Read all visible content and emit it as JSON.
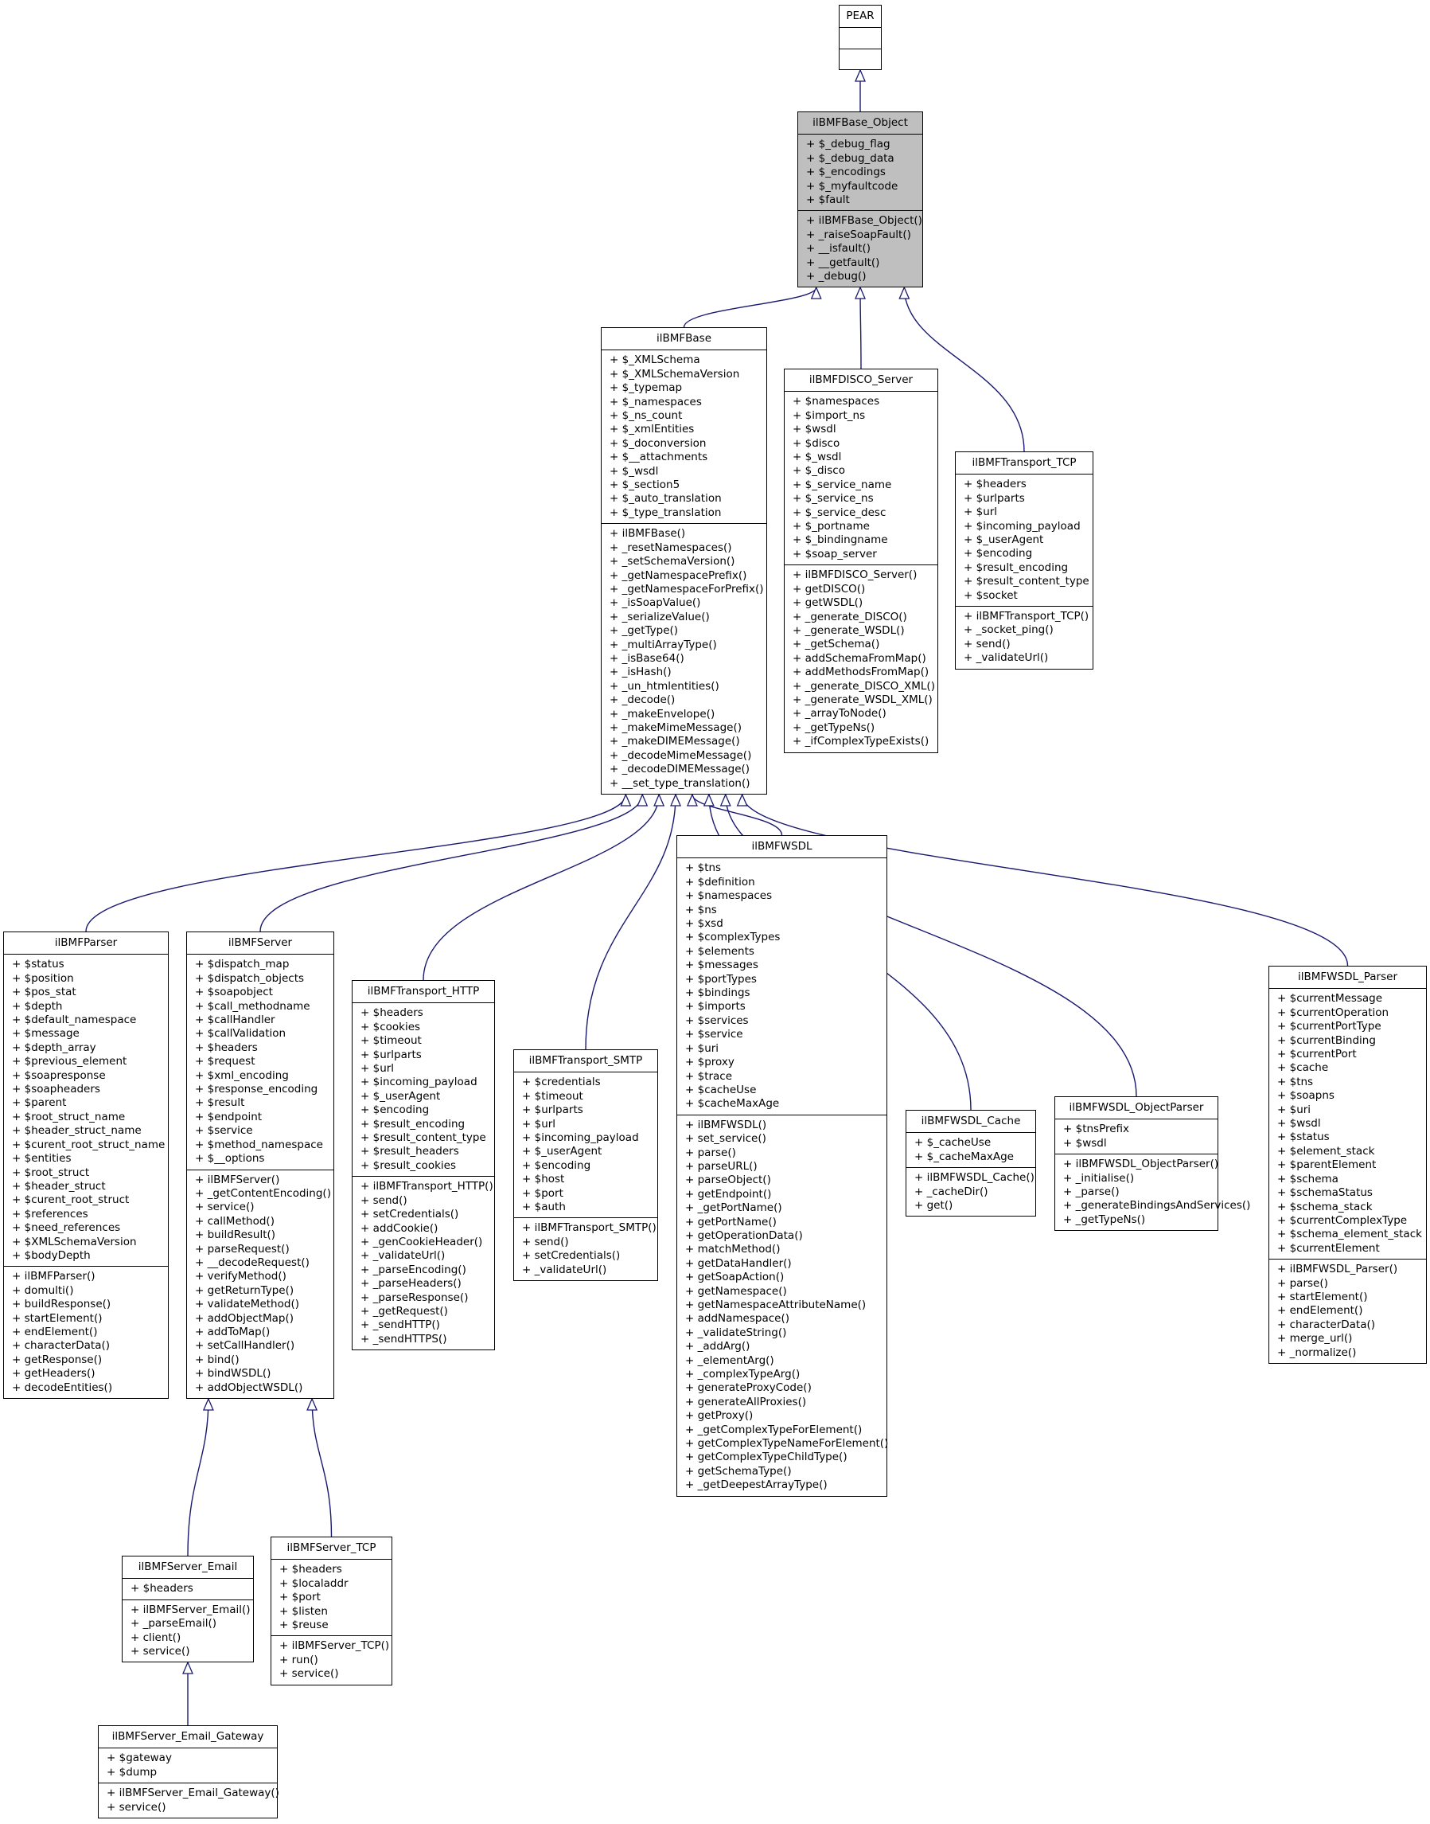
{
  "classes": {
    "pear": {
      "name": "PEAR",
      "attrs": [],
      "methods": []
    },
    "base_object": {
      "name": "ilBMFBase_Object",
      "attrs": [
        "+ $_debug_flag",
        "+ $_debug_data",
        "+ $_encodings",
        "+ $_myfaultcode",
        "+ $fault"
      ],
      "methods": [
        "+ ilBMFBase_Object()",
        "+ _raiseSoapFault()",
        "+ __isfault()",
        "+ __getfault()",
        "+ _debug()"
      ]
    },
    "base": {
      "name": "ilBMFBase",
      "attrs": [
        "+ $_XMLSchema",
        "+ $_XMLSchemaVersion",
        "+ $_typemap",
        "+ $_namespaces",
        "+ $_ns_count",
        "+ $_xmlEntities",
        "+ $_doconversion",
        "+ $__attachments",
        "+ $_wsdl",
        "+ $_section5",
        "+ $_auto_translation",
        "+ $_type_translation"
      ],
      "methods": [
        "+ ilBMFBase()",
        "+ _resetNamespaces()",
        "+ _setSchemaVersion()",
        "+ _getNamespacePrefix()",
        "+ _getNamespaceForPrefix()",
        "+ _isSoapValue()",
        "+ _serializeValue()",
        "+ _getType()",
        "+ _multiArrayType()",
        "+ _isBase64()",
        "+ _isHash()",
        "+ _un_htmlentities()",
        "+ _decode()",
        "+ _makeEnvelope()",
        "+ _makeMimeMessage()",
        "+ _makeDIMEMessage()",
        "+ _decodeMimeMessage()",
        "+ _decodeDIMEMessage()",
        "+ __set_type_translation()"
      ]
    },
    "disco_server": {
      "name": "ilBMFDISCO_Server",
      "attrs": [
        "+ $namespaces",
        "+ $import_ns",
        "+ $wsdl",
        "+ $disco",
        "+ $_wsdl",
        "+ $_disco",
        "+ $_service_name",
        "+ $_service_ns",
        "+ $_service_desc",
        "+ $_portname",
        "+ $_bindingname",
        "+ $soap_server"
      ],
      "methods": [
        "+ ilBMFDISCO_Server()",
        "+ getDISCO()",
        "+ getWSDL()",
        "+ _generate_DISCO()",
        "+ _generate_WSDL()",
        "+ _getSchema()",
        "+ addSchemaFromMap()",
        "+ addMethodsFromMap()",
        "+ _generate_DISCO_XML()",
        "+ _generate_WSDL_XML()",
        "+ _arrayToNode()",
        "+ _getTypeNs()",
        "+ _ifComplexTypeExists()"
      ]
    },
    "transport_tcp": {
      "name": "ilBMFTransport_TCP",
      "attrs": [
        "+ $headers",
        "+ $urlparts",
        "+ $url",
        "+ $incoming_payload",
        "+ $_userAgent",
        "+ $encoding",
        "+ $result_encoding",
        "+ $result_content_type",
        "+ $socket"
      ],
      "methods": [
        "+ ilBMFTransport_TCP()",
        "+ _socket_ping()",
        "+ send()",
        "+ _validateUrl()"
      ]
    },
    "parser": {
      "name": "ilBMFParser",
      "attrs": [
        "+ $status",
        "+ $position",
        "+ $pos_stat",
        "+ $depth",
        "+ $default_namespace",
        "+ $message",
        "+ $depth_array",
        "+ $previous_element",
        "+ $soapresponse",
        "+ $soapheaders",
        "+ $parent",
        "+ $root_struct_name",
        "+ $header_struct_name",
        "+ $curent_root_struct_name",
        "+ $entities",
        "+ $root_struct",
        "+ $header_struct",
        "+ $curent_root_struct",
        "+ $references",
        "+ $need_references",
        "+ $XMLSchemaVersion",
        "+ $bodyDepth"
      ],
      "methods": [
        "+ ilBMFParser()",
        "+ domulti()",
        "+ buildResponse()",
        "+ startElement()",
        "+ endElement()",
        "+ characterData()",
        "+ getResponse()",
        "+ getHeaders()",
        "+ decodeEntities()"
      ]
    },
    "server": {
      "name": "ilBMFServer",
      "attrs": [
        "+ $dispatch_map",
        "+ $dispatch_objects",
        "+ $soapobject",
        "+ $call_methodname",
        "+ $callHandler",
        "+ $callValidation",
        "+ $headers",
        "+ $request",
        "+ $xml_encoding",
        "+ $response_encoding",
        "+ $result",
        "+ $endpoint",
        "+ $service",
        "+ $method_namespace",
        "+ $__options"
      ],
      "methods": [
        "+ ilBMFServer()",
        "+ _getContentEncoding()",
        "+ service()",
        "+ callMethod()",
        "+ buildResult()",
        "+ parseRequest()",
        "+ __decodeRequest()",
        "+ verifyMethod()",
        "+ getReturnType()",
        "+ validateMethod()",
        "+ addObjectMap()",
        "+ addToMap()",
        "+ setCallHandler()",
        "+ bind()",
        "+ bindWSDL()",
        "+ addObjectWSDL()"
      ]
    },
    "transport_http": {
      "name": "ilBMFTransport_HTTP",
      "attrs": [
        "+ $headers",
        "+ $cookies",
        "+ $timeout",
        "+ $urlparts",
        "+ $url",
        "+ $incoming_payload",
        "+ $_userAgent",
        "+ $encoding",
        "+ $result_encoding",
        "+ $result_content_type",
        "+ $result_headers",
        "+ $result_cookies"
      ],
      "methods": [
        "+ ilBMFTransport_HTTP()",
        "+ send()",
        "+ setCredentials()",
        "+ addCookie()",
        "+ _genCookieHeader()",
        "+ _validateUrl()",
        "+ _parseEncoding()",
        "+ _parseHeaders()",
        "+ _parseResponse()",
        "+ _getRequest()",
        "+ _sendHTTP()",
        "+ _sendHTTPS()"
      ]
    },
    "transport_smtp": {
      "name": "ilBMFTransport_SMTP",
      "attrs": [
        "+ $credentials",
        "+ $timeout",
        "+ $urlparts",
        "+ $url",
        "+ $incoming_payload",
        "+ $_userAgent",
        "+ $encoding",
        "+ $host",
        "+ $port",
        "+ $auth"
      ],
      "methods": [
        "+ ilBMFTransport_SMTP()",
        "+ send()",
        "+ setCredentials()",
        "+ _validateUrl()"
      ]
    },
    "wsdl": {
      "name": "ilBMFWSDL",
      "attrs": [
        "+ $tns",
        "+ $definition",
        "+ $namespaces",
        "+ $ns",
        "+ $xsd",
        "+ $complexTypes",
        "+ $elements",
        "+ $messages",
        "+ $portTypes",
        "+ $bindings",
        "+ $imports",
        "+ $services",
        "+ $service",
        "+ $uri",
        "+ $proxy",
        "+ $trace",
        "+ $cacheUse",
        "+ $cacheMaxAge"
      ],
      "methods": [
        "+ ilBMFWSDL()",
        "+ set_service()",
        "+ parse()",
        "+ parseURL()",
        "+ parseObject()",
        "+ getEndpoint()",
        "+ _getPortName()",
        "+ getPortName()",
        "+ getOperationData()",
        "+ matchMethod()",
        "+ getDataHandler()",
        "+ getSoapAction()",
        "+ getNamespace()",
        "+ getNamespaceAttributeName()",
        "+ addNamespace()",
        "+ _validateString()",
        "+ _addArg()",
        "+ _elementArg()",
        "+ _complexTypeArg()",
        "+ generateProxyCode()",
        "+ generateAllProxies()",
        "+ getProxy()",
        "+ _getComplexTypeForElement()",
        "+ getComplexTypeNameForElement()",
        "+ getComplexTypeChildType()",
        "+ getSchemaType()",
        "+ _getDeepestArrayType()"
      ]
    },
    "wsdl_cache": {
      "name": "ilBMFWSDL_Cache",
      "attrs": [
        "+ $_cacheUse",
        "+ $_cacheMaxAge"
      ],
      "methods": [
        "+ ilBMFWSDL_Cache()",
        "+ _cacheDir()",
        "+ get()"
      ]
    },
    "wsdl_objectparser": {
      "name": "ilBMFWSDL_ObjectParser",
      "attrs": [
        "+ $tnsPrefix",
        "+ $wsdl"
      ],
      "methods": [
        "+ ilBMFWSDL_ObjectParser()",
        "+ _initialise()",
        "+ _parse()",
        "+ _generateBindingsAndServices()",
        "+ _getTypeNs()"
      ]
    },
    "wsdl_parser": {
      "name": "ilBMFWSDL_Parser",
      "attrs": [
        "+ $currentMessage",
        "+ $currentOperation",
        "+ $currentPortType",
        "+ $currentBinding",
        "+ $currentPort",
        "+ $cache",
        "+ $tns",
        "+ $soapns",
        "+ $uri",
        "+ $wsdl",
        "+ $status",
        "+ $element_stack",
        "+ $parentElement",
        "+ $schema",
        "+ $schemaStatus",
        "+ $schema_stack",
        "+ $currentComplexType",
        "+ $schema_element_stack",
        "+ $currentElement"
      ],
      "methods": [
        "+ ilBMFWSDL_Parser()",
        "+ parse()",
        "+ startElement()",
        "+ endElement()",
        "+ characterData()",
        "+ merge_url()",
        "+ _normalize()"
      ]
    },
    "server_email": {
      "name": "ilBMFServer_Email",
      "attrs": [
        "+ $headers"
      ],
      "methods": [
        "+ ilBMFServer_Email()",
        "+ _parseEmail()",
        "+ client()",
        "+ service()"
      ]
    },
    "server_tcp": {
      "name": "ilBMFServer_TCP",
      "attrs": [
        "+ $headers",
        "+ $localaddr",
        "+ $port",
        "+ $listen",
        "+ $reuse"
      ],
      "methods": [
        "+ ilBMFServer_TCP()",
        "+ run()",
        "+ service()"
      ]
    },
    "server_email_gateway": {
      "name": "ilBMFServer_Email_Gateway",
      "attrs": [
        "+ $gateway",
        "+ $dump"
      ],
      "methods": [
        "+ ilBMFServer_Email_Gateway()",
        "+ service()"
      ]
    }
  },
  "inheritance": [
    {
      "child": "base_object",
      "parent": "pear"
    },
    {
      "child": "base",
      "parent": "base_object"
    },
    {
      "child": "disco_server",
      "parent": "base_object"
    },
    {
      "child": "transport_tcp",
      "parent": "base_object"
    },
    {
      "child": "parser",
      "parent": "base"
    },
    {
      "child": "server",
      "parent": "base"
    },
    {
      "child": "transport_http",
      "parent": "base"
    },
    {
      "child": "transport_smtp",
      "parent": "base"
    },
    {
      "child": "wsdl",
      "parent": "base"
    },
    {
      "child": "wsdl_cache",
      "parent": "base"
    },
    {
      "child": "wsdl_objectparser",
      "parent": "base"
    },
    {
      "child": "wsdl_parser",
      "parent": "base"
    },
    {
      "child": "server_email",
      "parent": "server"
    },
    {
      "child": "server_tcp",
      "parent": "server"
    },
    {
      "child": "server_email_gateway",
      "parent": "server_email"
    }
  ],
  "colors": {
    "edge": "#191970",
    "highlight_fill": "#bfbfbf",
    "border": "#000000"
  }
}
